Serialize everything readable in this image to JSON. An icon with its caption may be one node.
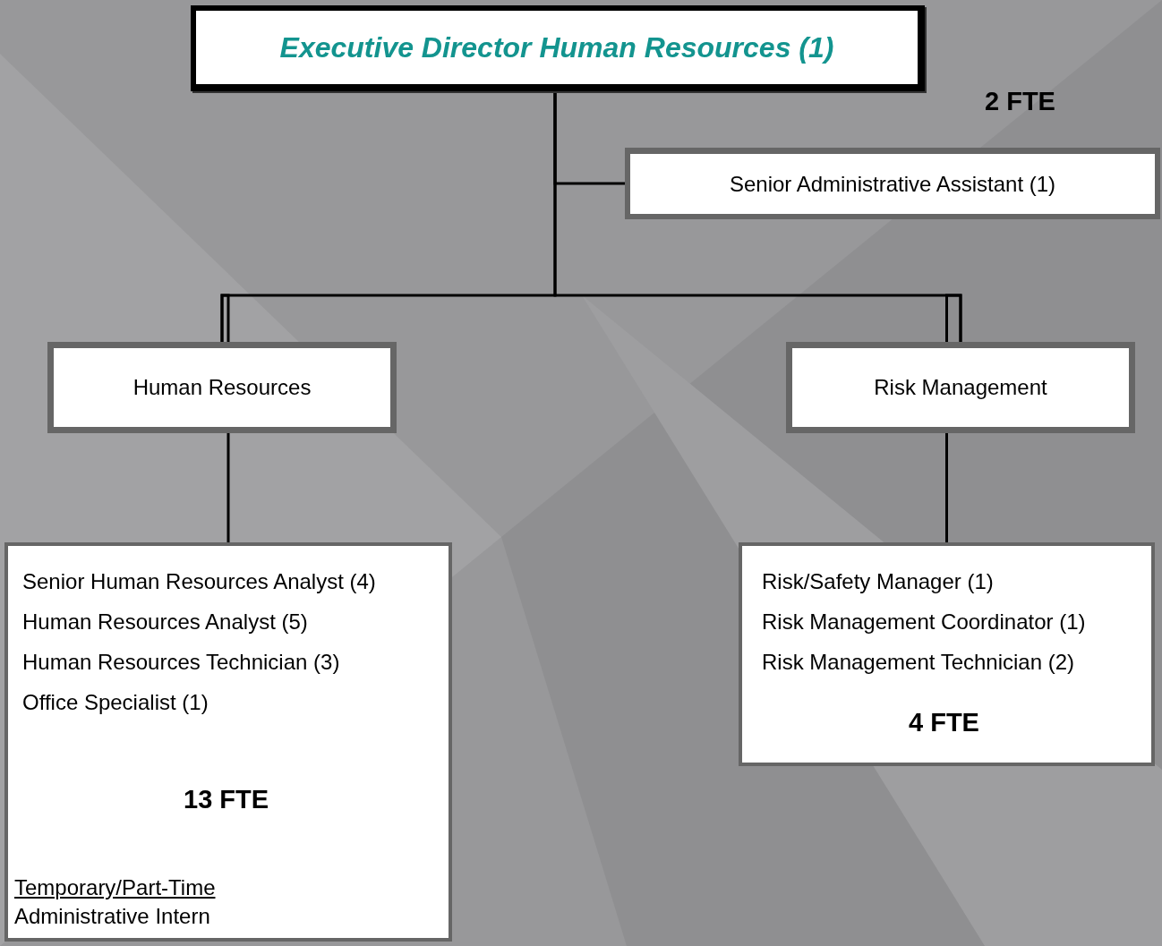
{
  "diagram": {
    "nodes": [
      {
        "text": [
          "Executive Director Human Resources (1)"
        ]
      },
      {
        "text": [
          "Senior Administrative Assistant (1)"
        ]
      },
      {
        "text": [
          "Human Resources"
        ]
      },
      {
        "text": [
          "Risk Management"
        ]
      },
      {
        "text": [
          "Senior Human Resources Analyst (4)",
          "Human Resources Analyst (5)",
          "Human Resources Technician (3)",
          "Office Specialist (1)",
          "13 FTE",
          "Temporary/Part-Time",
          "Administrative Intern"
        ]
      },
      {
        "text": [
          "Risk/Safety Manager (1)",
          "Risk Management Coordinator (1)",
          "Risk Management Technician (2)",
          "4 FTE"
        ]
      }
    ],
    "edges": [
      {
        "from": 0,
        "to": 1,
        "arrow": "none"
      },
      {
        "from": 0,
        "to": 2,
        "arrow": "none"
      },
      {
        "from": 0,
        "to": 3,
        "arrow": "none"
      },
      {
        "from": 2,
        "to": 4,
        "arrow": "none"
      },
      {
        "from": 3,
        "to": 5,
        "arrow": "none"
      }
    ],
    "labels": [
      "2 FTE"
    ]
  }
}
